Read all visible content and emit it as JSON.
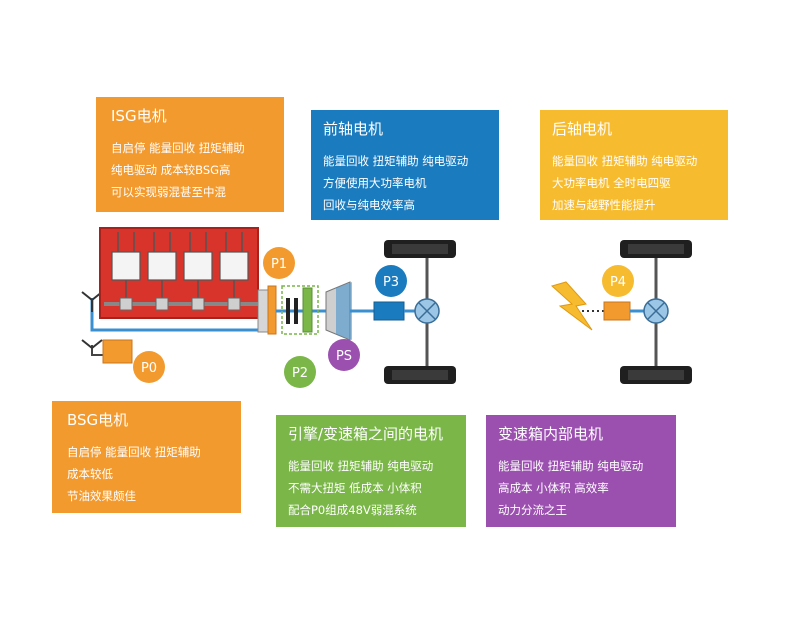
{
  "boxes": {
    "isg": {
      "title": "ISG电机",
      "lines": [
        "自启停 能量回收 扭矩辅助",
        "纯电驱动 成本较BSG高",
        "可以实现弱混甚至中混"
      ]
    },
    "front": {
      "title": "前轴电机",
      "lines": [
        "能量回收 扭矩辅助 纯电驱动",
        "方便使用大功率电机",
        "回收与纯电效率高"
      ]
    },
    "rear": {
      "title": "后轴电机",
      "lines": [
        "能量回收 扭矩辅助 纯电驱动",
        "大功率电机 全时电四驱",
        "加速与越野性能提升"
      ]
    },
    "bsg": {
      "title": "BSG电机",
      "lines": [
        "自启停 能量回收 扭矩辅助",
        "成本较低",
        "节油效果颇佳"
      ]
    },
    "p2": {
      "title": "引擎/变速箱之间的电机",
      "lines": [
        "能量回收 扭矩辅助 纯电驱动",
        "不需大扭矩 低成本 小体积",
        "配合P0组成48V弱混系统"
      ]
    },
    "gear": {
      "title": "变速箱内部电机",
      "lines": [
        "能量回收 扭矩辅助 纯电驱动",
        "高成本 小体积 高效率",
        "动力分流之王"
      ]
    }
  },
  "markers": {
    "p0": "P0",
    "p1": "P1",
    "p2": "P2",
    "p3": "P3",
    "p4": "P4",
    "ps": "PS"
  },
  "colors": {
    "orange": "#f39a2e",
    "blue": "#1b7bbf",
    "yellow": "#f7bb30",
    "green": "#7ab648",
    "purple": "#9b50b0",
    "engine_red": "#d9342b"
  }
}
